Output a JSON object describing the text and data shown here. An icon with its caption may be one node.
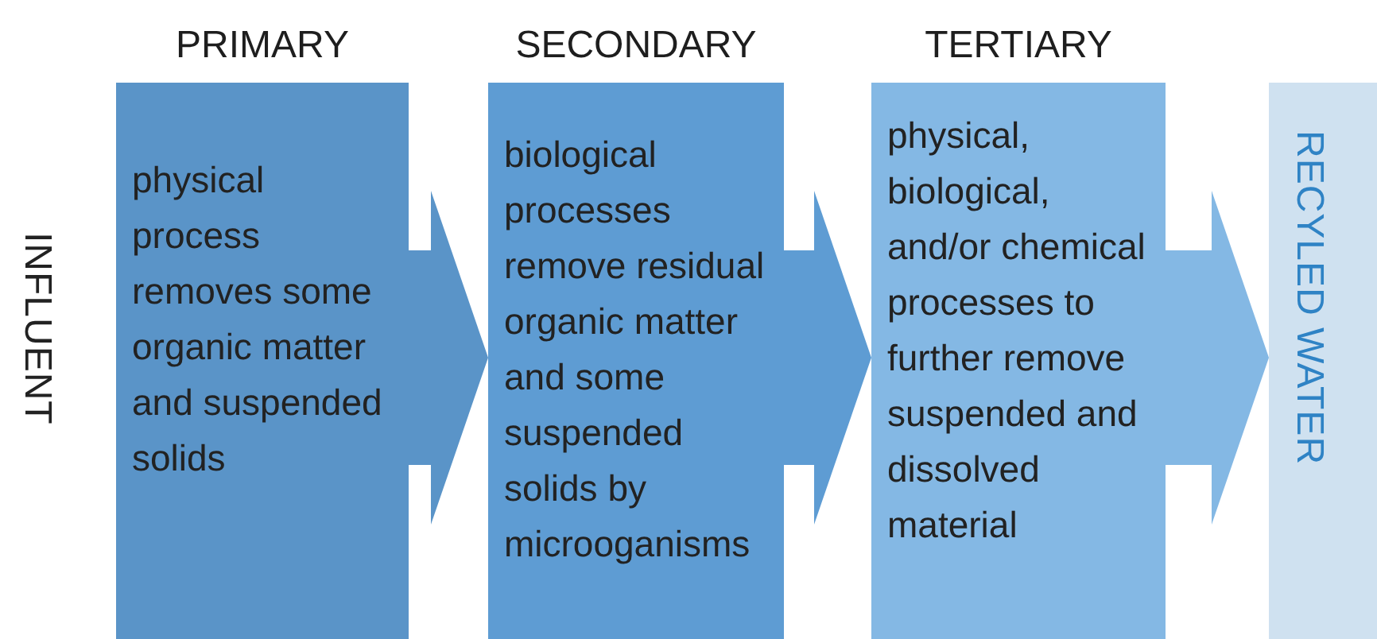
{
  "diagram": {
    "nodes": [
      {
        "text": [
          "PRIMARY",
          "physical process removes some organic matter and suspended solids"
        ]
      },
      {
        "text": [
          "SECONDARY",
          "biological processes remove residual organic matter and some suspended solids by microoganisms"
        ]
      },
      {
        "text": [
          "TERTIARY",
          "physical, biological, and/or chemical processes to further remove suspended and dissolved material"
        ]
      },
      {
        "text": [
          "RECYLED WATER"
        ]
      }
    ],
    "edges": [
      {
        "from": 0,
        "to": 1,
        "arrow": "to"
      },
      {
        "from": 1,
        "to": 2,
        "arrow": "to"
      },
      {
        "from": 2,
        "to": 3,
        "arrow": "to"
      }
    ],
    "labels": [
      "INFLUENT"
    ]
  }
}
